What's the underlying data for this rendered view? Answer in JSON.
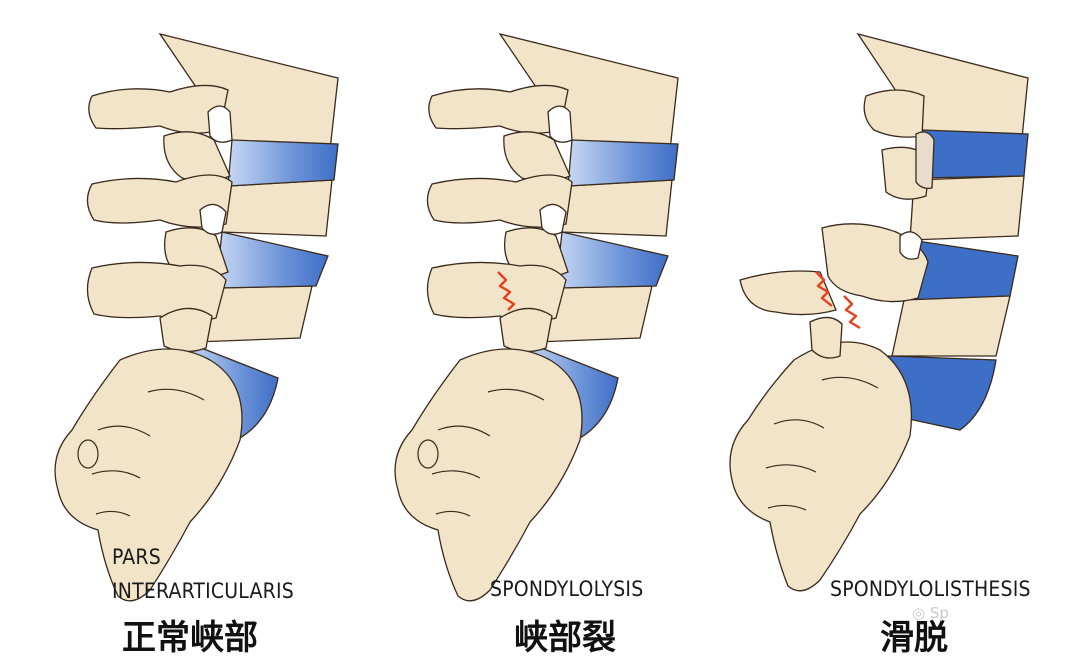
{
  "colors": {
    "bone": "#f1e4c9",
    "outline": "#3a2a1c",
    "disc_light": "#c8d8f4",
    "disc_mid": "#6c93d8",
    "disc_dark": "#3e6fc6",
    "fracture": "#e8401c",
    "background": "#ffffff"
  },
  "panels": [
    {
      "id": "normal",
      "en_lines": [
        "PARS",
        "INTERARTICULARIS"
      ],
      "zh": "正常峡部",
      "fracture": false
    },
    {
      "id": "lysis",
      "en_lines": [
        "SPONDYLOLYSIS"
      ],
      "zh": "峡部裂",
      "fracture": true
    },
    {
      "id": "listhesis",
      "en_lines": [
        "SPONDYLOLISTHESIS"
      ],
      "zh": "滑脱",
      "fracture": true
    }
  ],
  "watermark": {
    "icon": "wechat-icon",
    "text": "Sp"
  }
}
